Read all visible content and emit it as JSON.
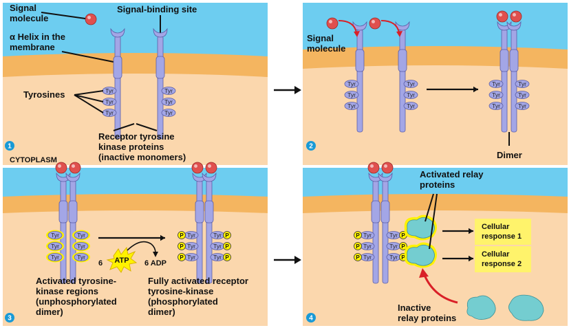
{
  "colors": {
    "extracellular": "#6dcdf0",
    "membrane": "#f4b560",
    "cytoplasm": "#fbd7ad",
    "receptor": "#a3a6e6",
    "receptor_stroke": "#5b5ea6",
    "signal": "#e0504e",
    "activated_glow": "#fff200",
    "relay_protein": "#74cdd0",
    "response_box": "#fff36b",
    "step_badge": "#1a9ad6",
    "arrow_red": "#d92027"
  },
  "panel1": {
    "step": "1",
    "signal_molecule": "Signal\nmolecule",
    "signal_binding_site": "Signal-binding site",
    "alpha_helix": "α Helix in the\nmembrane",
    "tyrosines": "Tyrosines",
    "receptor_label": "Receptor tyrosine\nkinase proteins\n(inactive monomers)",
    "cytoplasm": "CYTOPLASM",
    "tyr": "Tyr"
  },
  "panel2": {
    "step": "2",
    "signal_molecule": "Signal\nmolecule",
    "dimer": "Dimer"
  },
  "panel3": {
    "step": "3",
    "atp_count": "6",
    "atp": "ATP",
    "adp": "6 ADP",
    "activated_regions": "Activated tyrosine-\nkinase regions\n(unphosphorylated\ndimer)",
    "fully_activated": "Fully activated receptor\ntyrosine-kinase\n(phosphorylated\ndimer)",
    "phosphate": "P"
  },
  "panel4": {
    "step": "4",
    "activated_relay": "Activated relay\nproteins",
    "response1": "Cellular\nresponse 1",
    "response2": "Cellular\nresponse 2",
    "inactive_relay": "Inactive\nrelay proteins"
  }
}
